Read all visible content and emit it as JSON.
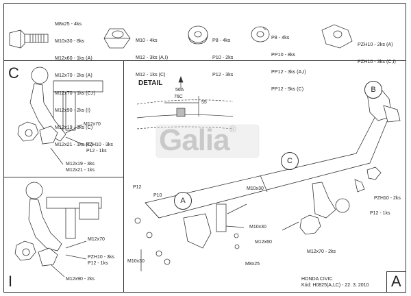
{
  "parts": {
    "bolts": [
      "M8x25 - 4ks",
      "M10x30 - 8ks",
      "M12x60 - 1ks (A)",
      "M12x70 - 2ks (A)",
      "M12x70 - 1ks (C,I)",
      "M12x90 - 2ks (I)",
      "M12x19 - 3ks (C)",
      "M12x21 - 1ks (C)"
    ],
    "nuts": [
      "M10 - 4ks",
      "M12 - 3ks (A,I)",
      "M12 - 1ks (C)"
    ],
    "washers": [
      "P8 - 4ks",
      "P10 - 2ks",
      "P12 - 3ks"
    ],
    "spring_washers": [
      "P8 - 4ks",
      "PP10 - 8ks",
      "PP12 - 3ks (A,I)",
      "PP12 - 5ks (C)"
    ],
    "spacers": [
      "PZH10 - 2ks (A)",
      "PZH10 - 3ks (C,I)"
    ]
  },
  "panel_c": {
    "letter": "C",
    "labels": {
      "m12x70": "M12x70",
      "pzh10": "PZH10 - 3ks",
      "p12": "P12 - 1ks",
      "m12x19": "M12x19 - 3ks",
      "m12x21": "M12x21 - 1ks"
    }
  },
  "panel_i": {
    "letter": "I",
    "labels": {
      "m12x70": "M12x70",
      "pzh10": "PZH10 - 3ks",
      "p12": "P12 - 1ks",
      "m12x90": "M12x90 - 2ks"
    }
  },
  "detail": {
    "title": "DETAIL",
    "dim_a": "56A",
    "dim_c": "76C",
    "dim_h": "55"
  },
  "logo": {
    "text": "Galia",
    "mark": "®"
  },
  "main": {
    "circle_b": "B",
    "circle_c": "C",
    "circle_a": "A",
    "labels": {
      "p12_top": "P12",
      "p10": "P10",
      "m10x30_top": "M10x30",
      "m10x30_mid": "M10x30",
      "m10x30_bottom": "M10x30",
      "m8x25": "M8x25",
      "m12x60": "M12x60",
      "m12x70": "M12x70 - 2ks",
      "pzh10": "PZH10 - 2ks",
      "p12_right": "P12 - 1ks"
    }
  },
  "title_block": {
    "model": "HONDA CIVIC",
    "code": "Kód: H0825(A,I,C) - 22. 3. 2010",
    "letter": "A"
  }
}
